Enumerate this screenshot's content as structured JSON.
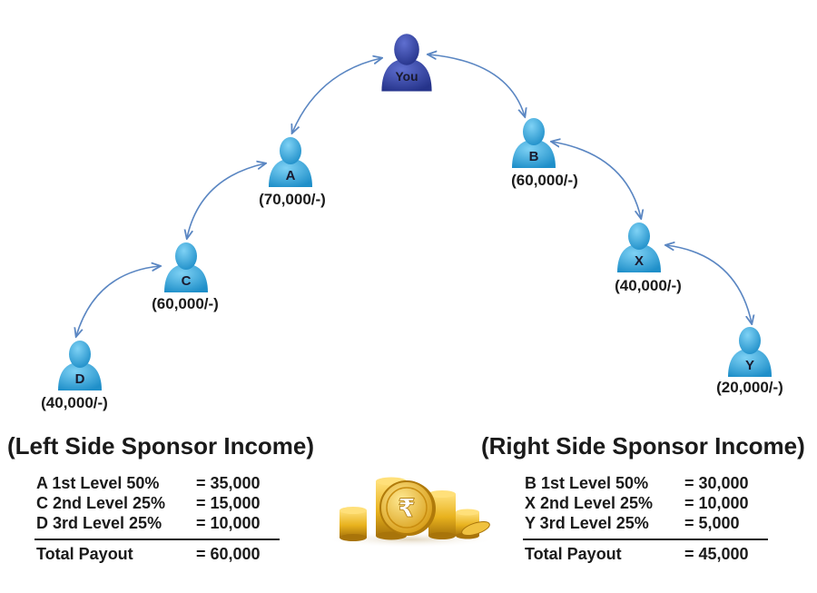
{
  "nodes": [
    {
      "id": "you",
      "label": "You",
      "amount": ""
    },
    {
      "id": "a",
      "label": "A",
      "amount": "(70,000/-)"
    },
    {
      "id": "b",
      "label": "B",
      "amount": "(60,000/-)"
    },
    {
      "id": "c",
      "label": "C",
      "amount": "(60,000/-)"
    },
    {
      "id": "x",
      "label": "X",
      "amount": "(40,000/-)"
    },
    {
      "id": "d",
      "label": "D",
      "amount": "(40,000/-)"
    },
    {
      "id": "y",
      "label": "Y",
      "amount": "(20,000/-)"
    }
  ],
  "edges": [
    [
      "you",
      "a"
    ],
    [
      "a",
      "c"
    ],
    [
      "c",
      "d"
    ],
    [
      "you",
      "b"
    ],
    [
      "b",
      "x"
    ],
    [
      "x",
      "y"
    ]
  ],
  "left": {
    "title": "(Left Side Sponsor Income)",
    "rows": [
      {
        "label": "A 1st Level 50%",
        "value": "= 35,000"
      },
      {
        "label": "C 2nd Level  25%",
        "value": "= 15,000"
      },
      {
        "label": "D 3rd Level 25%",
        "value": "= 10,000"
      }
    ],
    "total_label": "Total Payout",
    "total_value": "= 60,000"
  },
  "right": {
    "title": "(Right Side Sponsor Income)",
    "rows": [
      {
        "label": "B 1st Level 50%",
        "value": "= 30,000"
      },
      {
        "label": "X 2nd Level  25%",
        "value": "= 10,000"
      },
      {
        "label": "Y 3rd Level 25%",
        "value": "= 5,000"
      }
    ],
    "total_label": "Total Payout",
    "total_value": "= 45,000"
  },
  "colors": {
    "root_node": "#2f3f9e",
    "member_node": "#2aa7e0",
    "arrow": "#5a86c2",
    "coin": "#e8b21e"
  },
  "coin_symbol": "₹"
}
